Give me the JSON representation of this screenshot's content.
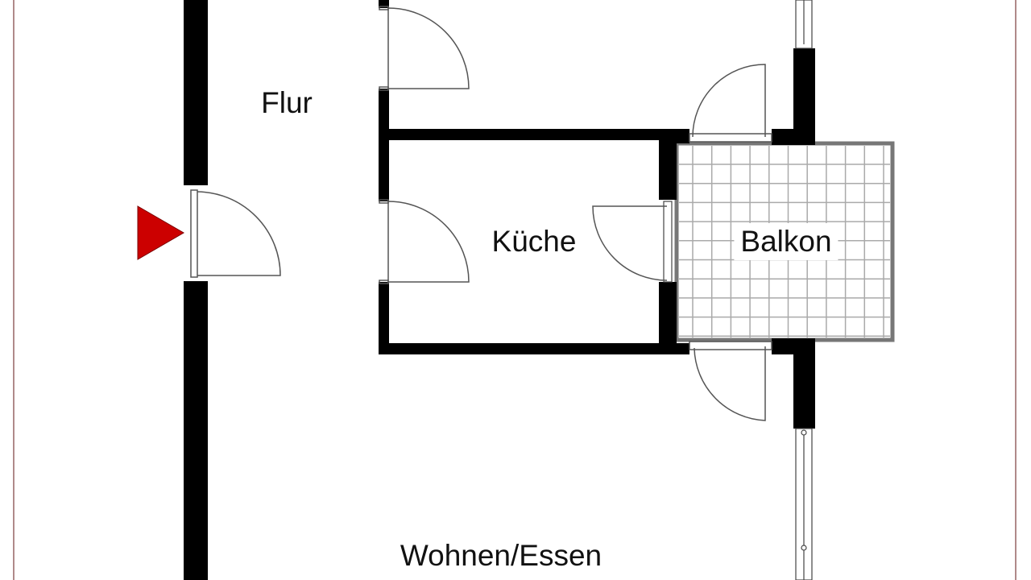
{
  "rooms": {
    "flur": "Flur",
    "kueche": "Küche",
    "balkon": "Balkon",
    "wohnen": "Wohnen/Essen"
  },
  "colors": {
    "wall": "#000000",
    "entrance_marker": "#cc0000",
    "frame": "#b08a8a",
    "tile": "#a8a8a8"
  },
  "icons": {
    "entrance": "entrance-arrow-icon"
  }
}
